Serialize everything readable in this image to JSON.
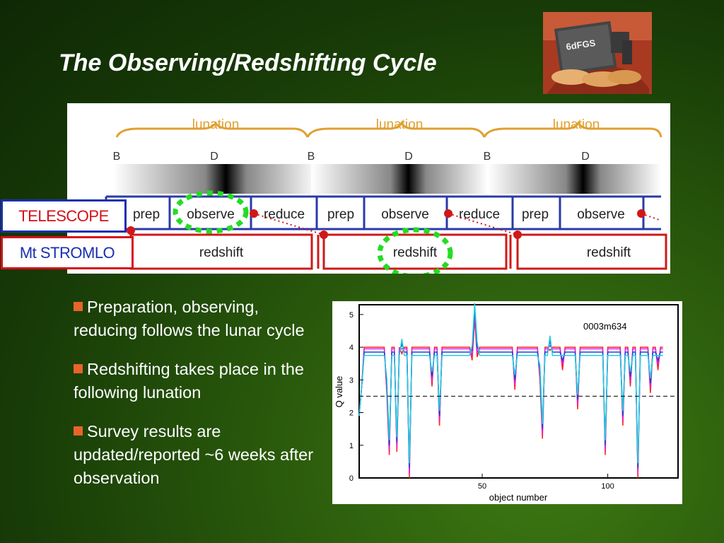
{
  "slide": {
    "title": "The Observing/Redshifting Cycle",
    "logo_text": "6dFGS"
  },
  "cycle": {
    "lunation_label": "lunation",
    "bright_label": "B",
    "dark_label": "D",
    "telescope_label": "TELESCOPE",
    "stromlo_label": "Mt STROMLO",
    "steps": {
      "prep": "prep",
      "observe": "observe",
      "reduce": "reduce",
      "redshift": "redshift"
    },
    "colors": {
      "orange": "#e0a030",
      "blue": "#2a3aa8",
      "red": "#d01818",
      "highlight": "#22dd22"
    }
  },
  "bullets": [
    "Preparation, observing, reducing follows the lunar cycle",
    "Redshifting takes place in the following lunation",
    "Survey results are updated/reported ~6 weeks after observation"
  ],
  "plot": {
    "annotation": "0003m634",
    "xlabel": "object number",
    "ylabel": "Q value",
    "x_ticks": [
      "50",
      "100"
    ],
    "y_ticks": [
      "0",
      "1",
      "2",
      "3",
      "4",
      "5"
    ],
    "xlim": [
      1,
      128
    ],
    "ylim": [
      0,
      5.3
    ],
    "threshold": 2.5
  }
}
